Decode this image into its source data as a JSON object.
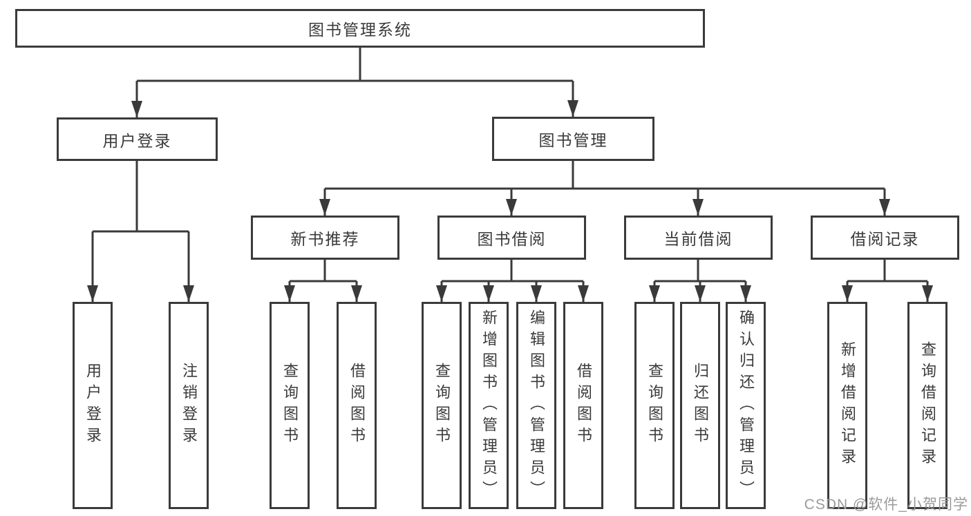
{
  "tree": {
    "root": {
      "label": "图书管理系统",
      "children": [
        {
          "label": "用户登录",
          "children": [
            {
              "label": "用户登录"
            },
            {
              "label": "注销登录"
            }
          ]
        },
        {
          "label": "图书管理",
          "children": [
            {
              "label": "新书推荐",
              "children": [
                {
                  "label": "查询图书"
                },
                {
                  "label": "借阅图书"
                }
              ]
            },
            {
              "label": "图书借阅",
              "children": [
                {
                  "label": "查询图书"
                },
                {
                  "label": "新增图书（管理员）"
                },
                {
                  "label": "编辑图书（管理员）"
                },
                {
                  "label": "借阅图书"
                }
              ]
            },
            {
              "label": "当前借阅",
              "children": [
                {
                  "label": "查询图书"
                },
                {
                  "label": "归还图书"
                },
                {
                  "label": "确认归还（管理员）"
                }
              ]
            },
            {
              "label": "借阅记录",
              "children": [
                {
                  "label": "新增借阅记录"
                },
                {
                  "label": "查询借阅记录"
                }
              ]
            }
          ]
        }
      ]
    }
  },
  "watermark": {
    "text": "CSDN @软件_小贺同学"
  },
  "colors": {
    "line": "#3a3a3a",
    "text": "#3a3a3a",
    "box_fill": "#ffffff",
    "background": "#ffffff",
    "watermark": "#9a9a9a"
  }
}
